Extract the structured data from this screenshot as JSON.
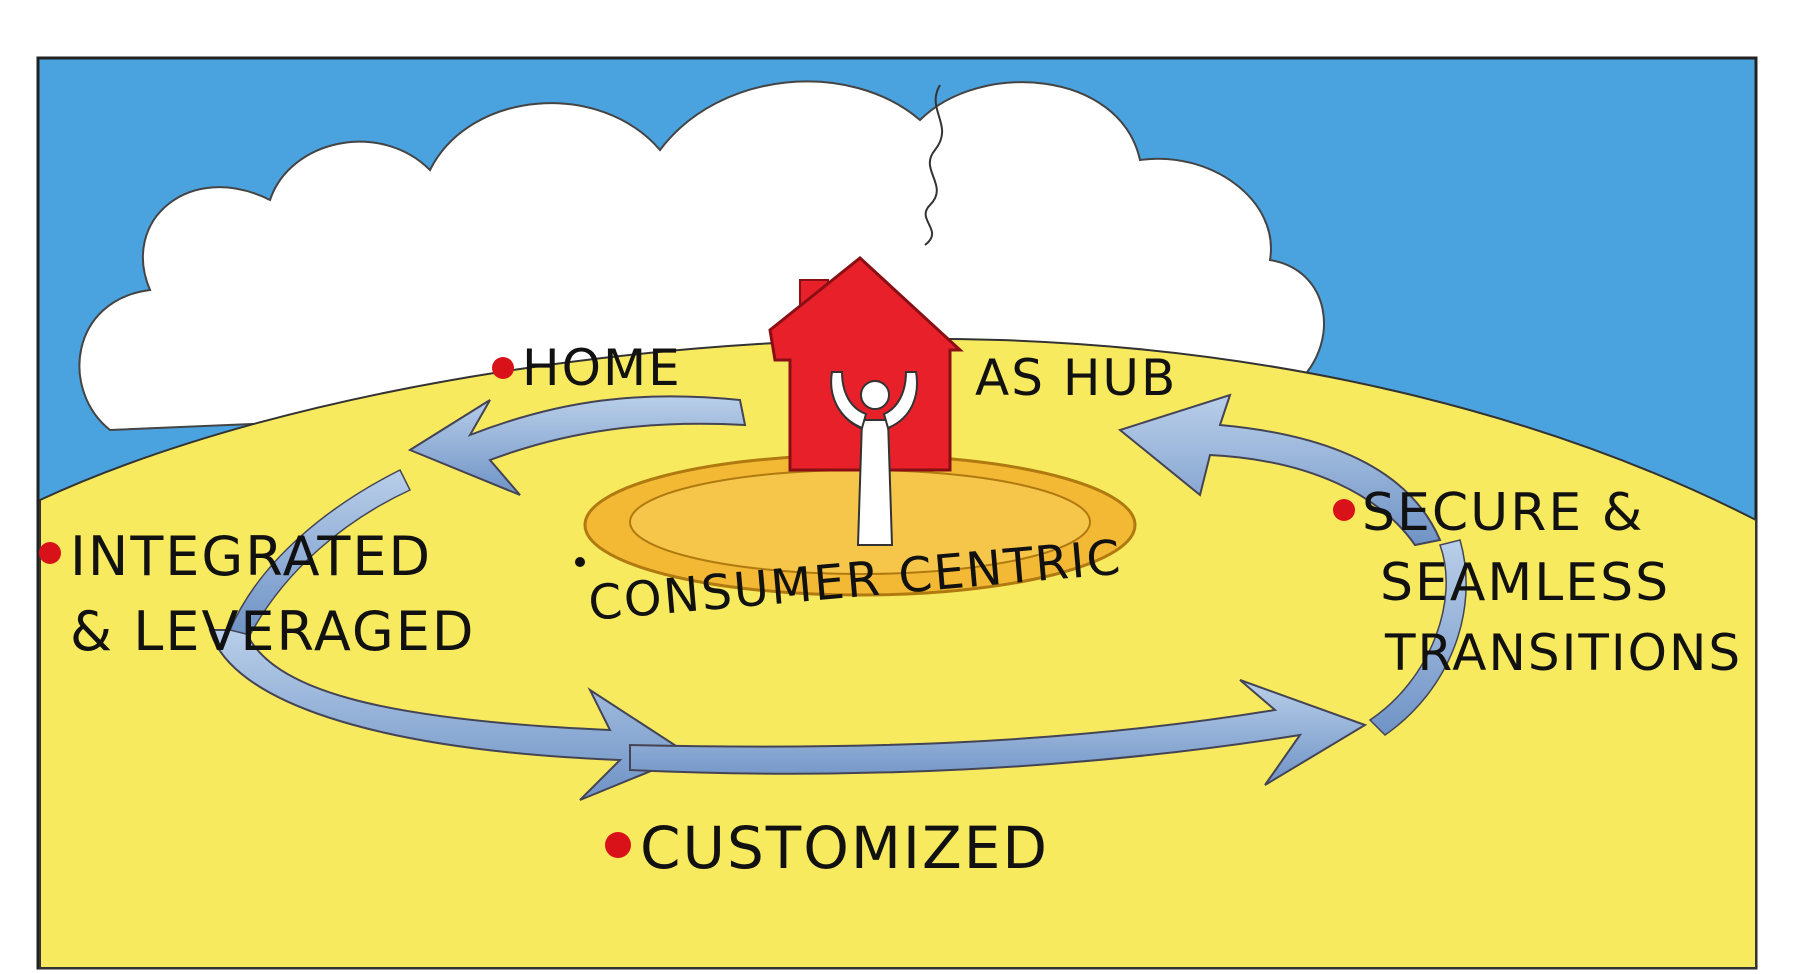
{
  "labels": {
    "home": "HOME",
    "as_hub": "AS HUB",
    "integrated_line1": "INTEGRATED",
    "integrated_line2": "& LEVERAGED",
    "consumer_centric": "CONSUMER CENTRIC",
    "secure_line1": "SECURE &",
    "secure_line2": "SEAMLESS",
    "secure_line3": "TRANSITIONS",
    "customized": "CUSTOMIZED"
  },
  "colors": {
    "sky": "#4aa3df",
    "cloud": "#ffffff",
    "ground": "#f7ea5e",
    "house": "#e8202a",
    "disc": "#f3b934",
    "arrow": "#8fb2db",
    "bullet": "#d9121a",
    "ink": "#111111"
  },
  "icons": {
    "house": "house-icon",
    "person": "person-icon",
    "smoke": "smoke-icon"
  }
}
